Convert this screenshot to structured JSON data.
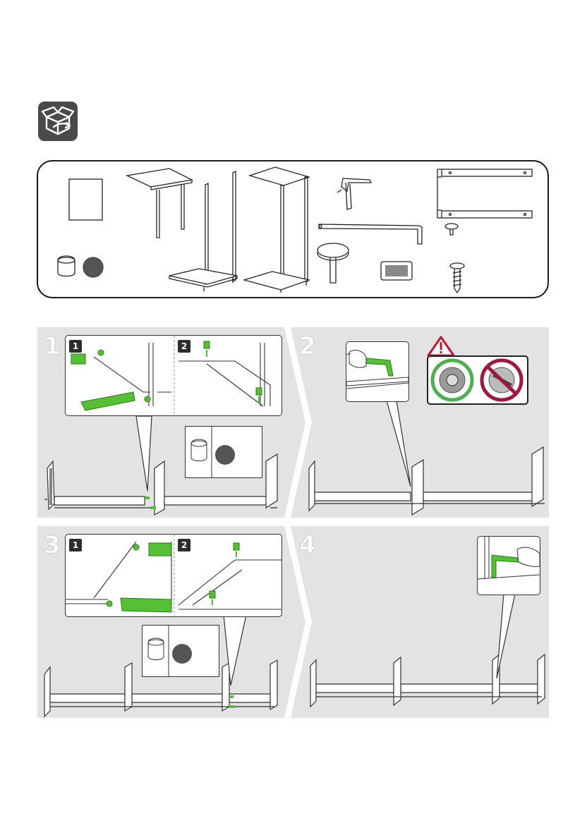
{
  "page": {
    "background": "#ffffff"
  },
  "colors": {
    "accent_green": "#56c034",
    "panel_gray": "#e3e3e3",
    "warning_red": "#c8102e",
    "ok_green": "#4caf50",
    "prohibit_red": "#a0173d"
  },
  "header_icon": {
    "icon": "open-box-icon"
  },
  "parts_list": {
    "items": [
      {
        "name": "manual",
        "icon": "document-icon"
      },
      {
        "name": "small-table",
        "icon": "table-frame-icon"
      },
      {
        "name": "side-frame-a",
        "icon": "side-frame-icon"
      },
      {
        "name": "side-frame-b",
        "icon": "side-frame-icon"
      },
      {
        "name": "bracket",
        "icon": "bracket-icon"
      },
      {
        "name": "rail-set",
        "icon": "rail-icon"
      },
      {
        "name": "allen-key",
        "icon": "hex-key-icon"
      },
      {
        "name": "flat-screw",
        "icon": "screw-icon"
      },
      {
        "name": "cap-plug",
        "icon": "cap-icon"
      },
      {
        "name": "foot-glide",
        "icon": "glide-icon"
      },
      {
        "name": "label-plate",
        "icon": "plate-icon"
      },
      {
        "name": "long-screw",
        "icon": "screw-icon"
      }
    ]
  },
  "steps": [
    {
      "number": "1",
      "substeps": [
        "1",
        "2"
      ]
    },
    {
      "number": "2"
    },
    {
      "number": "3",
      "substeps": [
        "1",
        "2"
      ]
    },
    {
      "number": "4"
    }
  ]
}
